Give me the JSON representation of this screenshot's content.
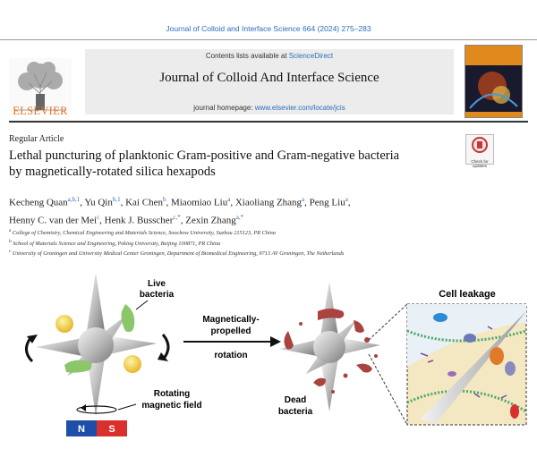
{
  "journal_ref": "Journal of Colloid and Interface Science 664 (2024) 275–283",
  "header": {
    "contents_prefix": "Contents lists available at ",
    "contents_link": "ScienceDirect",
    "journal_title": "Journal of Colloid And Interface Science",
    "homepage_prefix": "journal homepage: ",
    "homepage_url": "www.elsevier.com/locate/jcis",
    "publisher": "ELSEVIER"
  },
  "article": {
    "type": "Regular Article",
    "title_line1": "Lethal puncturing of planktonic Gram-positive and Gram-negative bacteria",
    "title_line2": "by magnetically-rotated silica hexapods",
    "check_updates": "Check for updates"
  },
  "authors": [
    {
      "name": "Kecheng Quan",
      "sup": "a,b,1"
    },
    {
      "name": "Yu Qin",
      "sup": "b,1"
    },
    {
      "name": "Kai Chen",
      "sup": "b"
    },
    {
      "name": "Miaomiao Liu",
      "sup": "a"
    },
    {
      "name": "Xiaoliang Zhang",
      "sup": "a"
    },
    {
      "name": "Peng Liu",
      "sup": "a"
    },
    {
      "name": "Henny C. van der Mei",
      "sup": "c"
    },
    {
      "name": "Henk J. Busscher",
      "sup": "c,*"
    },
    {
      "name": "Zexin Zhang",
      "sup": "a,*"
    }
  ],
  "affiliations": [
    {
      "sup": "a",
      "text": "College of Chemistry, Chemical Engineering and Materials Science, Soochow University, Suzhou 215123, PR China"
    },
    {
      "sup": "b",
      "text": "School of Materials Science and Engineering, Peking University, Beijing 100871, PR China"
    },
    {
      "sup": "c",
      "text": "University of Groningen and University Medical Center Groningen, Department of Biomedical Engineering, 9713 AV Groningen, The Netherlands"
    }
  ],
  "graphical_abstract": {
    "live_bacteria": [
      "Live",
      "bacteria"
    ],
    "magnet_label": [
      "Rotating",
      "magnetic field"
    ],
    "magnet_n": "N",
    "magnet_s": "S",
    "process_top": [
      "Magnetically-",
      "propelled"
    ],
    "process_bottom": "rotation",
    "dead_bacteria": [
      "Dead",
      "bacteria"
    ],
    "cell_leakage": "Cell leakage"
  },
  "colors": {
    "link": "#2a6ebb",
    "elsevier_orange": "#e9711c",
    "live_green": "#8cc66b",
    "yellow_particle": "#f3cf3a",
    "dead_red": "#a8433f",
    "magnet_blue": "#1e4fa8",
    "magnet_red": "#d9302b"
  }
}
